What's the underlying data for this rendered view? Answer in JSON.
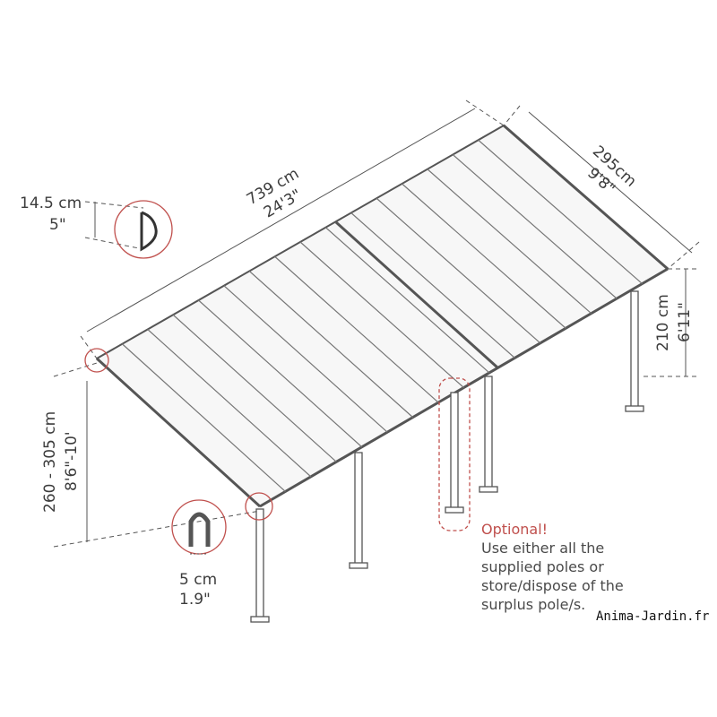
{
  "dimensions": {
    "length_cm": "739 cm",
    "length_ft": "24'3\"",
    "width_cm": "295cm",
    "width_ft": "9'8\"",
    "front_height_cm": "210 cm",
    "front_height_ft": "6'11\"",
    "wall_height_cm": "260 - 305 cm",
    "wall_height_ft": "8'6\"-10'",
    "profile_cm": "14.5 cm",
    "profile_in": "5\"",
    "post_cm": "5 cm",
    "post_in": "1.9\""
  },
  "note": {
    "title": "Optional!",
    "lines": [
      "Use either all the",
      "supplied poles or",
      "store/dispose of the",
      "surplus pole/s."
    ]
  },
  "watermark": "Anima-Jardin.fr",
  "colors": {
    "line": "#555555",
    "accent": "#c0504d"
  }
}
